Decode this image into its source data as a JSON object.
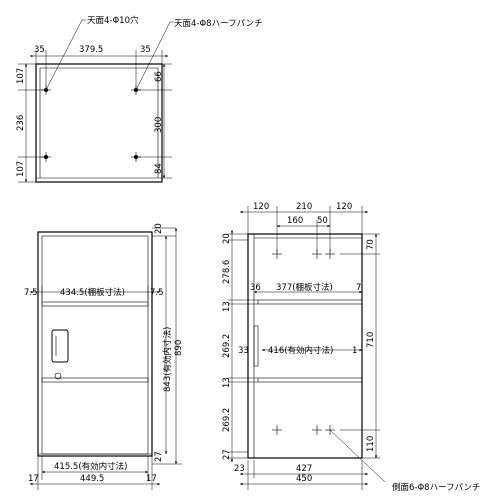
{
  "top_view": {
    "label_hole": "天面4-Φ10穴",
    "label_punch": "天面4-Φ8ハーフパンチ",
    "dim_top_left": "35",
    "dim_top_center": "379.5",
    "dim_top_right": "35",
    "dim_left_top": "107",
    "dim_left_mid": "236",
    "dim_left_bottom": "107",
    "dim_right_top": "66",
    "dim_right_mid": "300",
    "dim_right_bottom": "84"
  },
  "front_view": {
    "dim_top_right": "20",
    "dim_shelf_left": "7.5",
    "dim_shelf_width": "434.5(棚板寸法)",
    "dim_shelf_right": "7.5",
    "dim_inner_height": "843(有効内寸法)",
    "dim_total_height": "890",
    "dim_bottom_right": "27",
    "dim_inner_width": "415.5(有効内寸法)",
    "dim_bottom_left": "17",
    "dim_total_width": "449.5",
    "dim_bottom_right2": "17"
  },
  "side_view": {
    "dim_top_1": "120",
    "dim_top_2": "210",
    "dim_top_3": "120",
    "dim_top_4": "160",
    "dim_top_5": "50",
    "dim_left_1": "20",
    "dim_left_2": "278.6",
    "dim_left_3": "13",
    "dim_left_4": "269.2",
    "dim_left_5": "13",
    "dim_left_6": "269.2",
    "dim_left_7": "27",
    "dim_shelf_left": "36",
    "dim_shelf": "377(棚板寸法)",
    "dim_shelf_right": "7",
    "dim_inner_left": "33",
    "dim_inner": "416(有効内寸法)",
    "dim_inner_right": "1",
    "dim_right_1": "70",
    "dim_right_2": "710",
    "dim_right_3": "110",
    "dim_bottom_1": "23",
    "dim_bottom_2": "427",
    "dim_total_depth": "450",
    "label_side_punch": "側面6-Φ8ハーフパンチ"
  }
}
